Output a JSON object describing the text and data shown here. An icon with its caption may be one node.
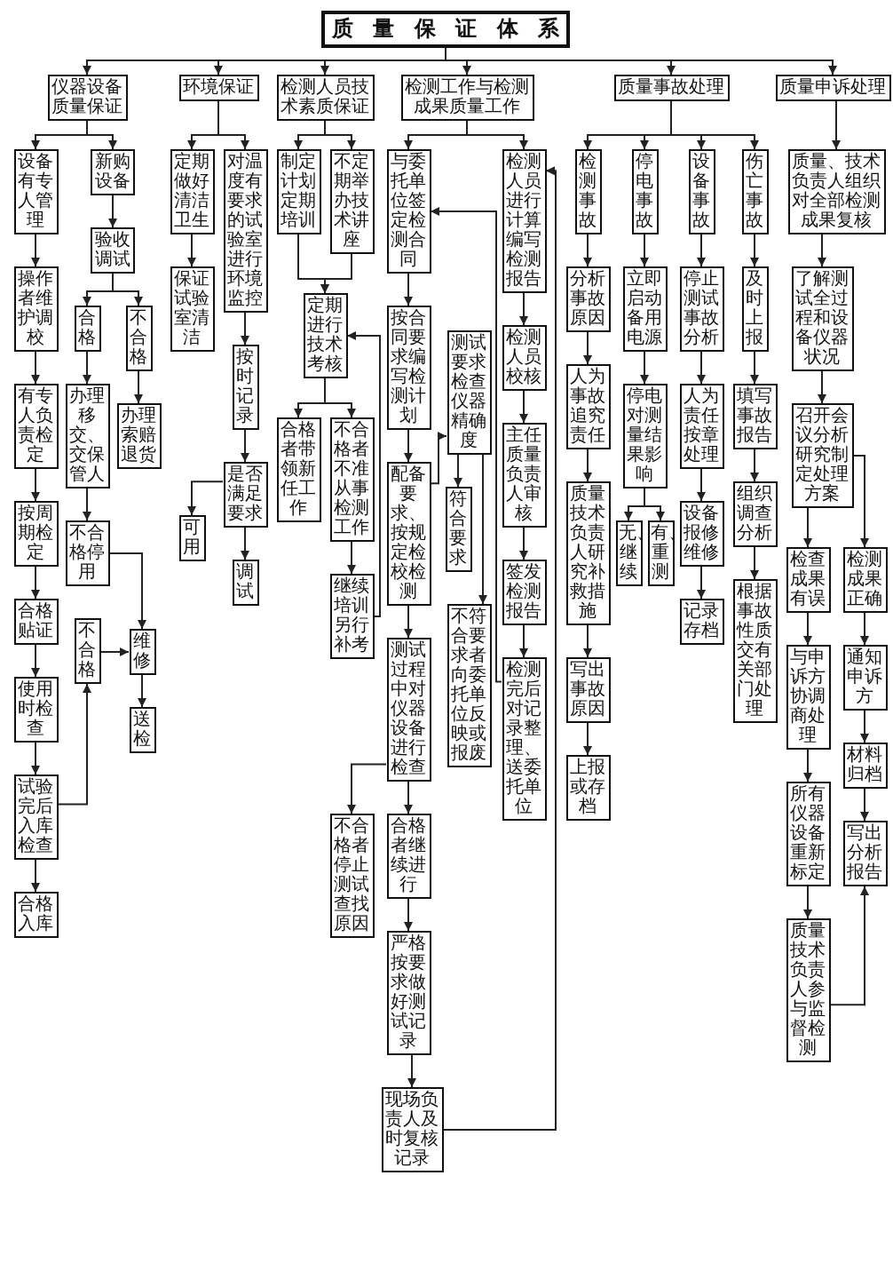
{
  "diagram": {
    "nodes": [
      {
        "text": [
          "质 量 保 证 体 系"
        ]
      },
      {
        "text": [
          "仪器设备质量保证"
        ]
      },
      {
        "text": [
          "环境保证"
        ]
      },
      {
        "text": [
          "检测人员技术素质保证"
        ]
      },
      {
        "text": [
          "检测工作与检测成果质量工作"
        ]
      },
      {
        "text": [
          "质量事故处理"
        ]
      },
      {
        "text": [
          "质量申诉处理"
        ]
      },
      {
        "text": [
          "设备有专人管理"
        ]
      },
      {
        "text": [
          "操作者维护调校"
        ]
      },
      {
        "text": [
          "有专人负责检定"
        ]
      },
      {
        "text": [
          "按周期检定"
        ]
      },
      {
        "text": [
          "合格贴证"
        ]
      },
      {
        "text": [
          "使用时检查"
        ]
      },
      {
        "text": [
          "试验完后入库检查"
        ]
      },
      {
        "text": [
          "合格入库"
        ]
      },
      {
        "text": [
          "新购设备"
        ]
      },
      {
        "text": [
          "验收调试"
        ]
      },
      {
        "text": [
          "合格"
        ]
      },
      {
        "text": [
          "不合格"
        ]
      },
      {
        "text": [
          "办理移交、交保管人"
        ]
      },
      {
        "text": [
          "办理索赔退货"
        ]
      },
      {
        "text": [
          "不合格停用"
        ]
      },
      {
        "text": [
          "不合格"
        ]
      },
      {
        "text": [
          "维修"
        ]
      },
      {
        "text": [
          "送检"
        ]
      },
      {
        "text": [
          "定期做好清洁卫生"
        ]
      },
      {
        "text": [
          "保证试验室清洁"
        ]
      },
      {
        "text": [
          "对温度有要求的试验室进行环境监控"
        ]
      },
      {
        "text": [
          "按时记录"
        ]
      },
      {
        "text": [
          "是否满足要求"
        ]
      },
      {
        "text": [
          "可用"
        ]
      },
      {
        "text": [
          "调试"
        ]
      },
      {
        "text": [
          "制定计划定期培训"
        ]
      },
      {
        "text": [
          "不定期举办技术讲座"
        ]
      },
      {
        "text": [
          "定期进行技术考核"
        ]
      },
      {
        "text": [
          "合格者带领新任工作"
        ]
      },
      {
        "text": [
          "不合格者不准从事检测工作"
        ]
      },
      {
        "text": [
          "继续培训另行补考"
        ]
      },
      {
        "text": [
          "与委托单位签定检测合同"
        ]
      },
      {
        "text": [
          "按合同要求编写检测计划"
        ]
      },
      {
        "text": [
          "测试要求检查仪器精确度"
        ]
      },
      {
        "text": [
          "符合要求"
        ]
      },
      {
        "text": [
          "不符合要求者向委托单位反映或报废"
        ]
      },
      {
        "text": [
          "配备要求、按规定检校检测"
        ]
      },
      {
        "text": [
          "测试过程中对仪器设备进行检查"
        ]
      },
      {
        "text": [
          "不合格者停止测试查找原因"
        ]
      },
      {
        "text": [
          "合格者继续进行"
        ]
      },
      {
        "text": [
          "严格按要求做好测试记录"
        ]
      },
      {
        "text": [
          "现场负责人及时复核记录"
        ]
      },
      {
        "text": [
          "检测人员进行计算编写检测报告"
        ]
      },
      {
        "text": [
          "检测人员校核"
        ]
      },
      {
        "text": [
          "主任质量负责人审核"
        ]
      },
      {
        "text": [
          "签发检测报告"
        ]
      },
      {
        "text": [
          "检测完后对记录整理、送委托单位"
        ]
      },
      {
        "text": [
          "检测事故"
        ]
      },
      {
        "text": [
          "分析事故原因"
        ]
      },
      {
        "text": [
          "人为事故追究责任"
        ]
      },
      {
        "text": [
          "质量技术负责人研究补救措施"
        ]
      },
      {
        "text": [
          "写出事故原因"
        ]
      },
      {
        "text": [
          "上报或存档"
        ]
      },
      {
        "text": [
          "停电事故"
        ]
      },
      {
        "text": [
          "立即启动备用电源"
        ]
      },
      {
        "text": [
          "停电对测量结果影响"
        ]
      },
      {
        "text": [
          "无、继续"
        ]
      },
      {
        "text": [
          "有、重测"
        ]
      },
      {
        "text": [
          "设备事故"
        ]
      },
      {
        "text": [
          "停止测试事故分析"
        ]
      },
      {
        "text": [
          "人为责任按章处理"
        ]
      },
      {
        "text": [
          "设备报修维修"
        ]
      },
      {
        "text": [
          "记录存档"
        ]
      },
      {
        "text": [
          "伤亡事故"
        ]
      },
      {
        "text": [
          "及时上报"
        ]
      },
      {
        "text": [
          "填写事故报告"
        ]
      },
      {
        "text": [
          "组织调查分析"
        ]
      },
      {
        "text": [
          "根据事故性质交有关部门处理"
        ]
      },
      {
        "text": [
          "质量、技术负责人组织对全部检测成果复核"
        ]
      },
      {
        "text": [
          "了解测试全过程和设备仪器状况"
        ]
      },
      {
        "text": [
          "召开会议分析研究制定处理方案"
        ]
      },
      {
        "text": [
          "检查成果有误"
        ]
      },
      {
        "text": [
          "与申诉方协调商处理"
        ]
      },
      {
        "text": [
          "所有仪器设备重新标定"
        ]
      },
      {
        "text": [
          "质量技术负责人参与监督检测"
        ]
      },
      {
        "text": [
          "检测成果正确"
        ]
      },
      {
        "text": [
          "通知申诉方"
        ]
      },
      {
        "text": [
          "材料归档"
        ]
      },
      {
        "text": [
          "写出分析报告"
        ]
      }
    ],
    "edges": [
      {
        "from": 0,
        "to": 1,
        "arrow": "to"
      },
      {
        "from": 0,
        "to": 2,
        "arrow": "to"
      },
      {
        "from": 0,
        "to": 3,
        "arrow": "to"
      },
      {
        "from": 0,
        "to": 4,
        "arrow": "to"
      },
      {
        "from": 0,
        "to": 5,
        "arrow": "to"
      },
      {
        "from": 0,
        "to": 6,
        "arrow": "to"
      },
      {
        "from": 1,
        "to": 7,
        "arrow": "to"
      },
      {
        "from": 1,
        "to": 15,
        "arrow": "to"
      },
      {
        "from": 7,
        "to": 8,
        "arrow": "to"
      },
      {
        "from": 8,
        "to": 9,
        "arrow": "to"
      },
      {
        "from": 9,
        "to": 10,
        "arrow": "to"
      },
      {
        "from": 10,
        "to": 11,
        "arrow": "to"
      },
      {
        "from": 11,
        "to": 12,
        "arrow": "to"
      },
      {
        "from": 12,
        "to": 13,
        "arrow": "to"
      },
      {
        "from": 13,
        "to": 14,
        "arrow": "to"
      },
      {
        "from": 13,
        "to": 22,
        "arrow": "to"
      },
      {
        "from": 15,
        "to": 16,
        "arrow": "to"
      },
      {
        "from": 16,
        "to": 17,
        "arrow": "to"
      },
      {
        "from": 16,
        "to": 18,
        "arrow": "to"
      },
      {
        "from": 17,
        "to": 19,
        "arrow": "to"
      },
      {
        "from": 18,
        "to": 20,
        "arrow": "to"
      },
      {
        "from": 19,
        "to": 21,
        "arrow": "to"
      },
      {
        "from": 21,
        "to": 23,
        "arrow": "to"
      },
      {
        "from": 22,
        "to": 23,
        "arrow": "to"
      },
      {
        "from": 23,
        "to": 24,
        "arrow": "to"
      },
      {
        "from": 2,
        "to": 25,
        "arrow": "to"
      },
      {
        "from": 2,
        "to": 27,
        "arrow": "to"
      },
      {
        "from": 25,
        "to": 26,
        "arrow": "to"
      },
      {
        "from": 27,
        "to": 28,
        "arrow": "to"
      },
      {
        "from": 28,
        "to": 29,
        "arrow": "to"
      },
      {
        "from": 29,
        "to": 30,
        "arrow": "to"
      },
      {
        "from": 29,
        "to": 31,
        "arrow": "to"
      },
      {
        "from": 3,
        "to": 32,
        "arrow": "to"
      },
      {
        "from": 3,
        "to": 33,
        "arrow": "to"
      },
      {
        "from": 32,
        "to": 34,
        "arrow": "to"
      },
      {
        "from": 33,
        "to": 34,
        "arrow": "to"
      },
      {
        "from": 34,
        "to": 35,
        "arrow": "to"
      },
      {
        "from": 34,
        "to": 36,
        "arrow": "to"
      },
      {
        "from": 36,
        "to": 37,
        "arrow": "to"
      },
      {
        "from": 37,
        "to": 34,
        "arrow": "to"
      },
      {
        "from": 4,
        "to": 38,
        "arrow": "to"
      },
      {
        "from": 4,
        "to": 49,
        "arrow": "to"
      },
      {
        "from": 38,
        "to": 39,
        "arrow": "to"
      },
      {
        "from": 43,
        "to": 40,
        "arrow": "to"
      },
      {
        "from": 39,
        "to": 43,
        "arrow": "to"
      },
      {
        "from": 40,
        "to": 41,
        "arrow": "to"
      },
      {
        "from": 40,
        "to": 42,
        "arrow": "to"
      },
      {
        "from": 43,
        "to": 44,
        "arrow": "to"
      },
      {
        "from": 44,
        "to": 45,
        "arrow": "to"
      },
      {
        "from": 44,
        "to": 46,
        "arrow": "to"
      },
      {
        "from": 46,
        "to": 47,
        "arrow": "to"
      },
      {
        "from": 47,
        "to": 48,
        "arrow": "to"
      },
      {
        "from": 48,
        "to": 49,
        "arrow": "to"
      },
      {
        "from": 49,
        "to": 50,
        "arrow": "to"
      },
      {
        "from": 50,
        "to": 51,
        "arrow": "to"
      },
      {
        "from": 51,
        "to": 52,
        "arrow": "to"
      },
      {
        "from": 52,
        "to": 53,
        "arrow": "to"
      },
      {
        "from": 53,
        "to": 38,
        "arrow": "to"
      },
      {
        "from": 5,
        "to": 54,
        "arrow": "to"
      },
      {
        "from": 5,
        "to": 60,
        "arrow": "to"
      },
      {
        "from": 5,
        "to": 65,
        "arrow": "to"
      },
      {
        "from": 5,
        "to": 70,
        "arrow": "to"
      },
      {
        "from": 54,
        "to": 55,
        "arrow": "to"
      },
      {
        "from": 55,
        "to": 56,
        "arrow": "to"
      },
      {
        "from": 56,
        "to": 57,
        "arrow": "to"
      },
      {
        "from": 57,
        "to": 58,
        "arrow": "to"
      },
      {
        "from": 58,
        "to": 59,
        "arrow": "to"
      },
      {
        "from": 60,
        "to": 61,
        "arrow": "to"
      },
      {
        "from": 61,
        "to": 62,
        "arrow": "to"
      },
      {
        "from": 62,
        "to": 63,
        "arrow": "to"
      },
      {
        "from": 62,
        "to": 64,
        "arrow": "to"
      },
      {
        "from": 65,
        "to": 66,
        "arrow": "to"
      },
      {
        "from": 66,
        "to": 67,
        "arrow": "to"
      },
      {
        "from": 67,
        "to": 68,
        "arrow": "to"
      },
      {
        "from": 68,
        "to": 69,
        "arrow": "to"
      },
      {
        "from": 70,
        "to": 71,
        "arrow": "to"
      },
      {
        "from": 71,
        "to": 72,
        "arrow": "to"
      },
      {
        "from": 72,
        "to": 73,
        "arrow": "to"
      },
      {
        "from": 73,
        "to": 74,
        "arrow": "to"
      },
      {
        "from": 6,
        "to": 75,
        "arrow": "to"
      },
      {
        "from": 75,
        "to": 76,
        "arrow": "to"
      },
      {
        "from": 76,
        "to": 77,
        "arrow": "to"
      },
      {
        "from": 77,
        "to": 78,
        "arrow": "to"
      },
      {
        "from": 77,
        "to": 82,
        "arrow": "to"
      },
      {
        "from": 78,
        "to": 79,
        "arrow": "to"
      },
      {
        "from": 79,
        "to": 80,
        "arrow": "to"
      },
      {
        "from": 80,
        "to": 81,
        "arrow": "to"
      },
      {
        "from": 81,
        "to": 85,
        "arrow": "to"
      },
      {
        "from": 82,
        "to": 83,
        "arrow": "to"
      },
      {
        "from": 83,
        "to": 84,
        "arrow": "to"
      },
      {
        "from": 84,
        "to": 85,
        "arrow": "to"
      }
    ]
  }
}
